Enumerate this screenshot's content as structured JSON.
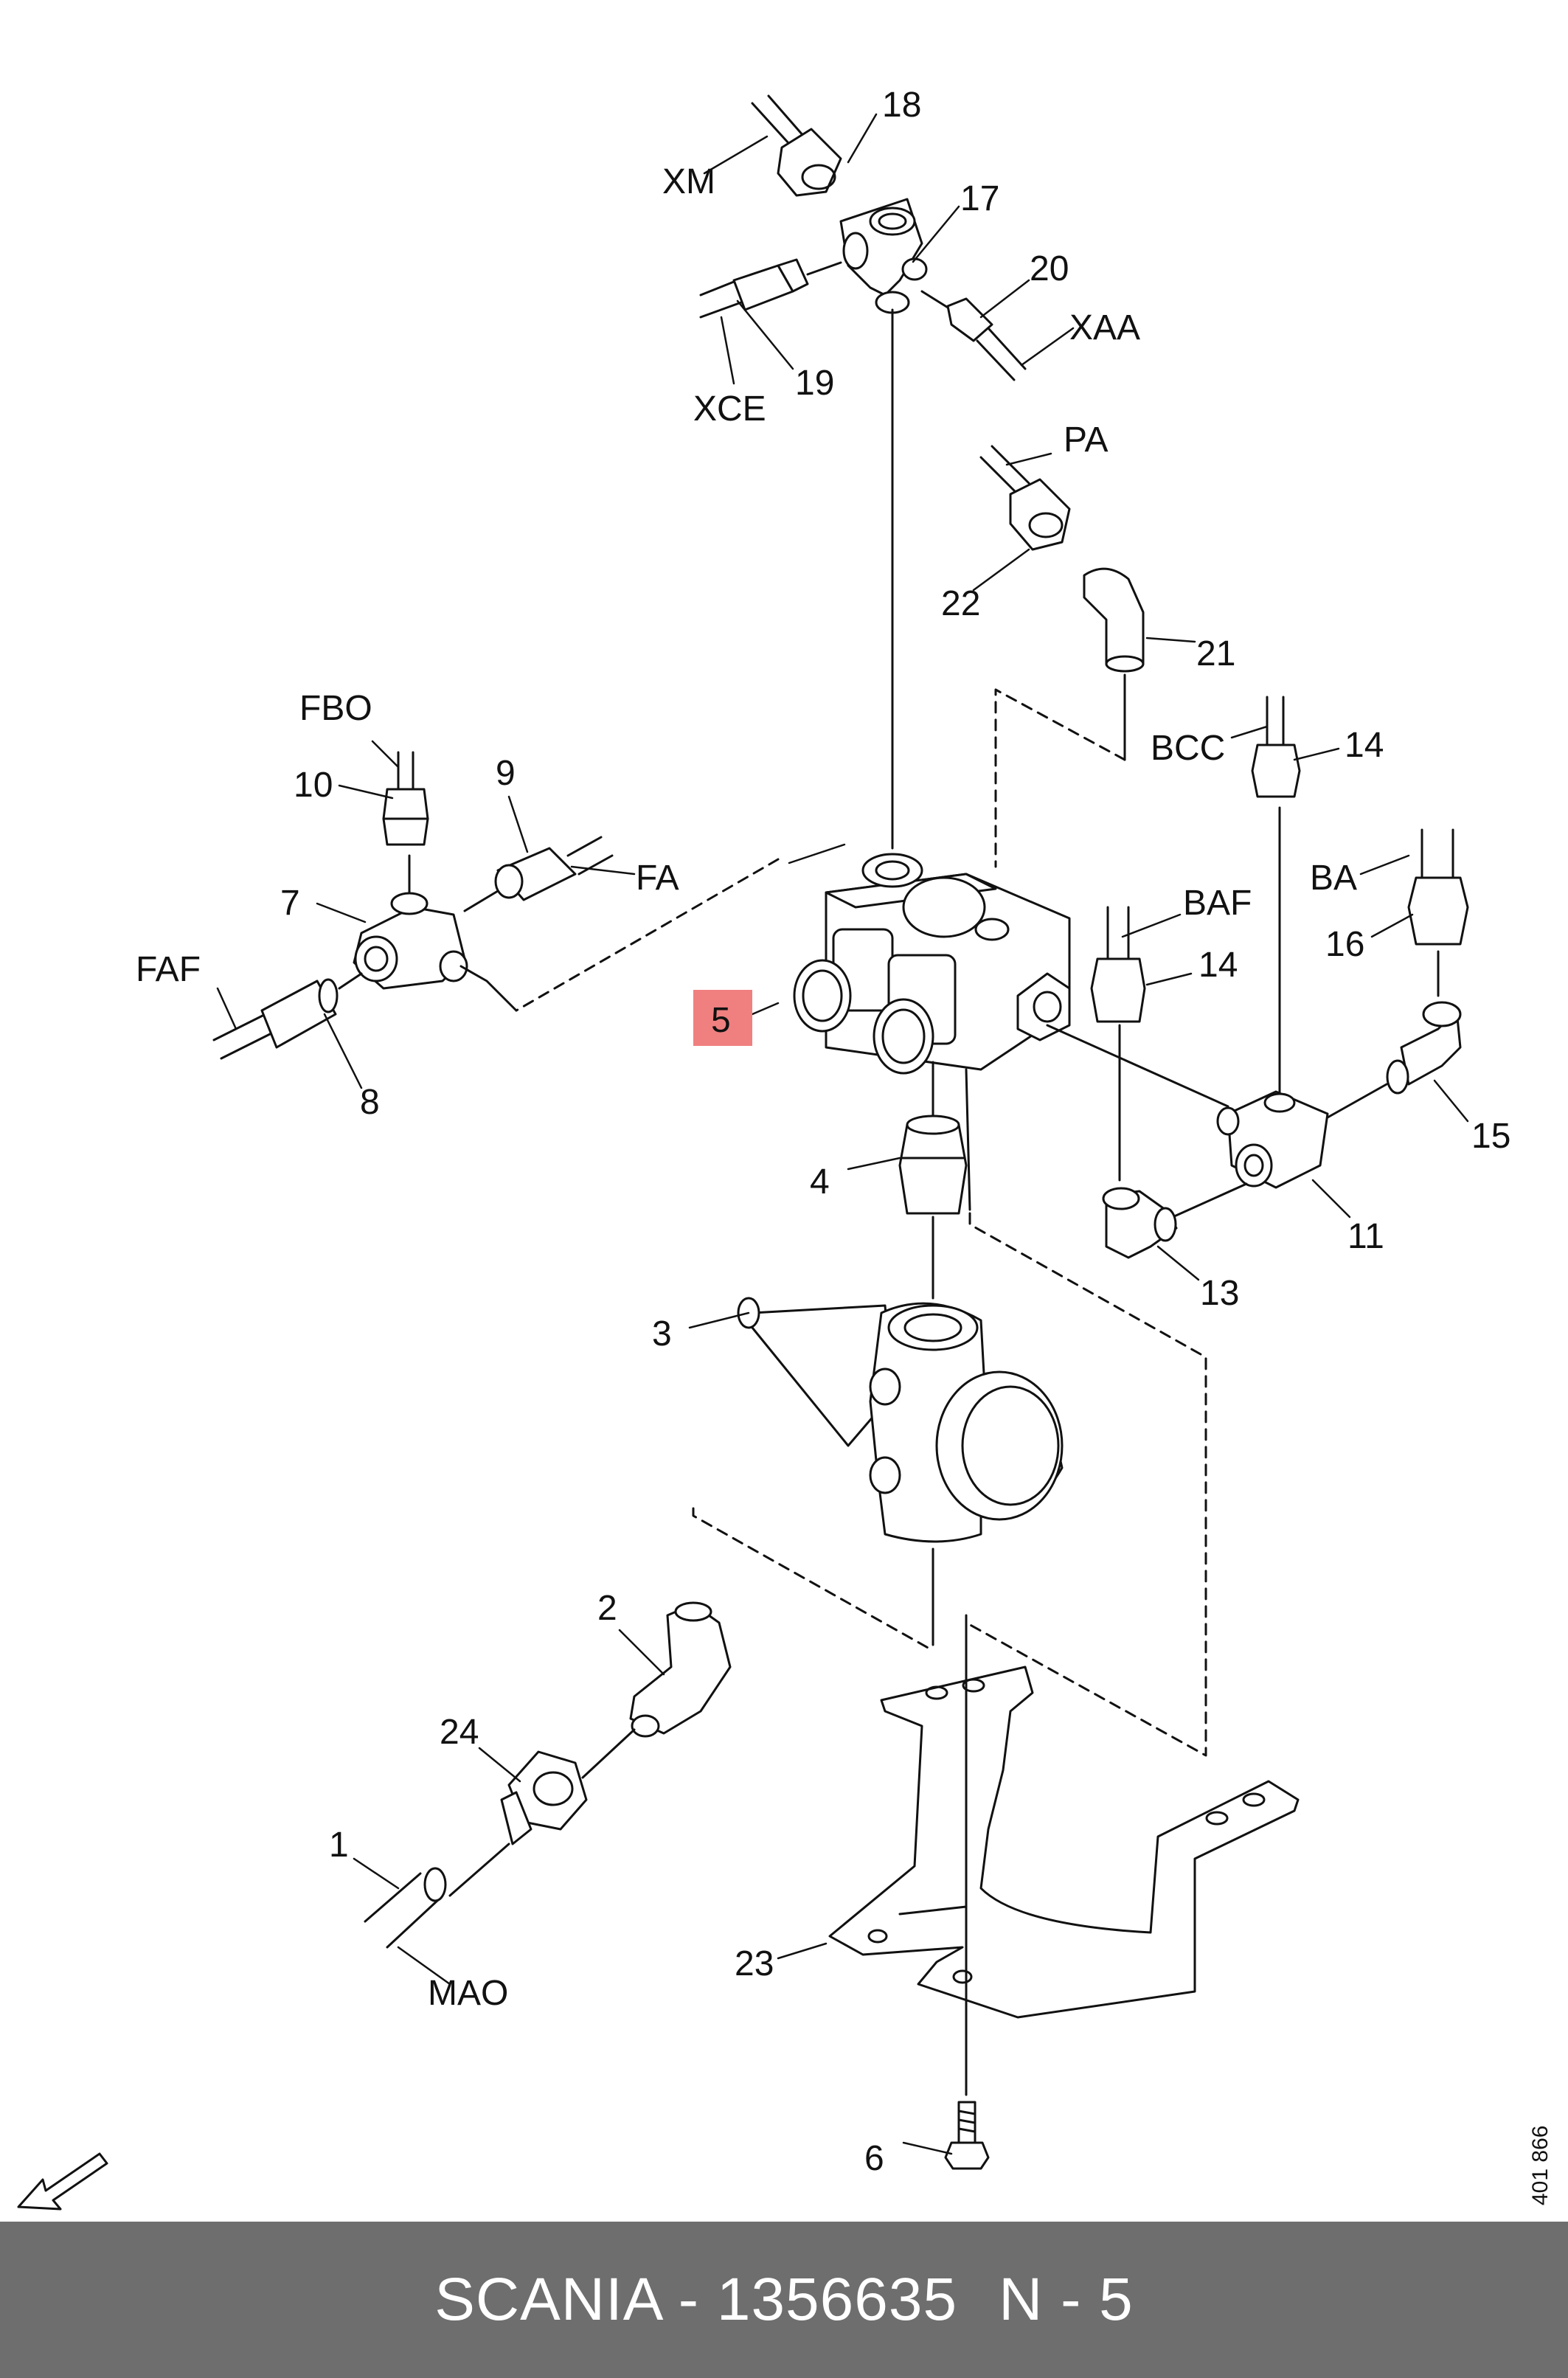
{
  "diagram": {
    "reference_number": "401 866",
    "highlight_color": "#f08080",
    "labels": {
      "n1": "1",
      "n2": "2",
      "n3": "3",
      "n4": "4",
      "n5": "5",
      "n6": "6",
      "n7": "7",
      "n8": "8",
      "n9": "9",
      "n10": "10",
      "n11": "11",
      "n13": "13",
      "n14a": "14",
      "n14b": "14",
      "n15": "15",
      "n16": "16",
      "n17": "17",
      "n18": "18",
      "n19": "19",
      "n20": "20",
      "n21": "21",
      "n22": "22",
      "n23": "23",
      "n24": "24",
      "xm": "XM",
      "xce": "XCE",
      "xaa": "XAA",
      "pa": "PA",
      "bcc": "BCC",
      "ba": "BA",
      "baf": "BAF",
      "fbo": "FBO",
      "fa": "FA",
      "faf": "FAF",
      "mao": "MAO"
    }
  },
  "footer": {
    "part_text": "SCANIA - 1356635",
    "position_text": "N - 5"
  }
}
